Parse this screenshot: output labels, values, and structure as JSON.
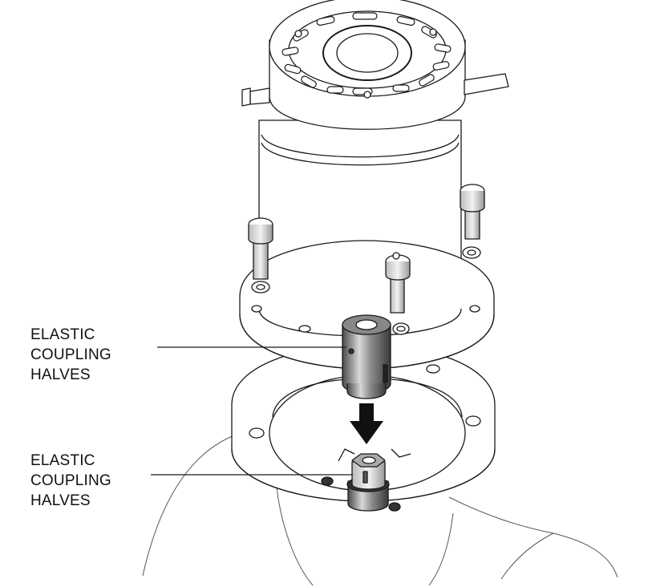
{
  "callouts": [
    {
      "lines": [
        "ELASTIC",
        "COUPLING",
        "HALVES"
      ]
    },
    {
      "lines": [
        "ELASTIC",
        "COUPLING",
        "HALVES"
      ]
    }
  ],
  "colors": {
    "line": "#1a1a1a",
    "fill": "#ffffff",
    "metal_dark": "#555555",
    "metal_light": "#d4d4d4",
    "arrow": "#111111"
  }
}
